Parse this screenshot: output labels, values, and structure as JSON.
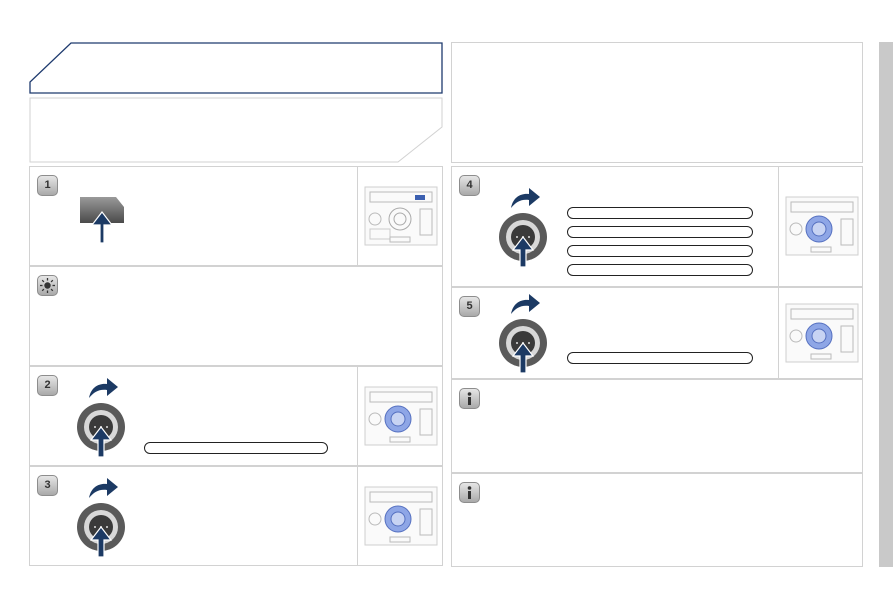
{
  "steps": [
    {
      "number": "1"
    },
    {
      "number": "2"
    },
    {
      "number": "3"
    },
    {
      "number": "4"
    },
    {
      "number": "5"
    }
  ],
  "icons": {
    "tip": "sun-lightbulb-icon",
    "info": "info-icon",
    "rotate": "rotate-arrow-icon",
    "knob": "dial-knob-icon",
    "press": "up-arrow-icon",
    "console": "console-panel-icon"
  },
  "colors": {
    "header_border": "#1e3a6e",
    "arrow": "#1c3a64",
    "knob_highlight": "#8ea6e6"
  }
}
